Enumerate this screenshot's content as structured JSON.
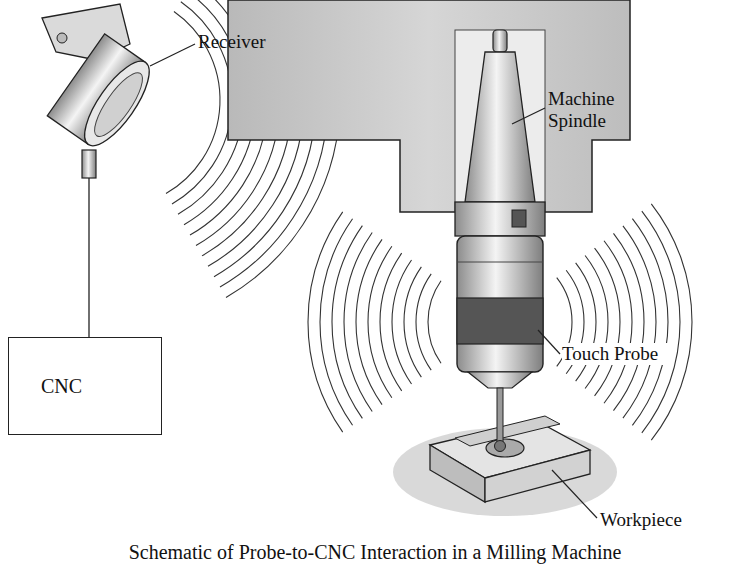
{
  "diagram": {
    "caption": "Schematic of Probe-to-CNC Interaction in a Milling Machine",
    "nodes": [
      {
        "text": [
          "CNC"
        ]
      }
    ],
    "labels": [
      "Receiver",
      "Machine Spindle",
      "Touch Probe",
      "Workpiece"
    ]
  }
}
